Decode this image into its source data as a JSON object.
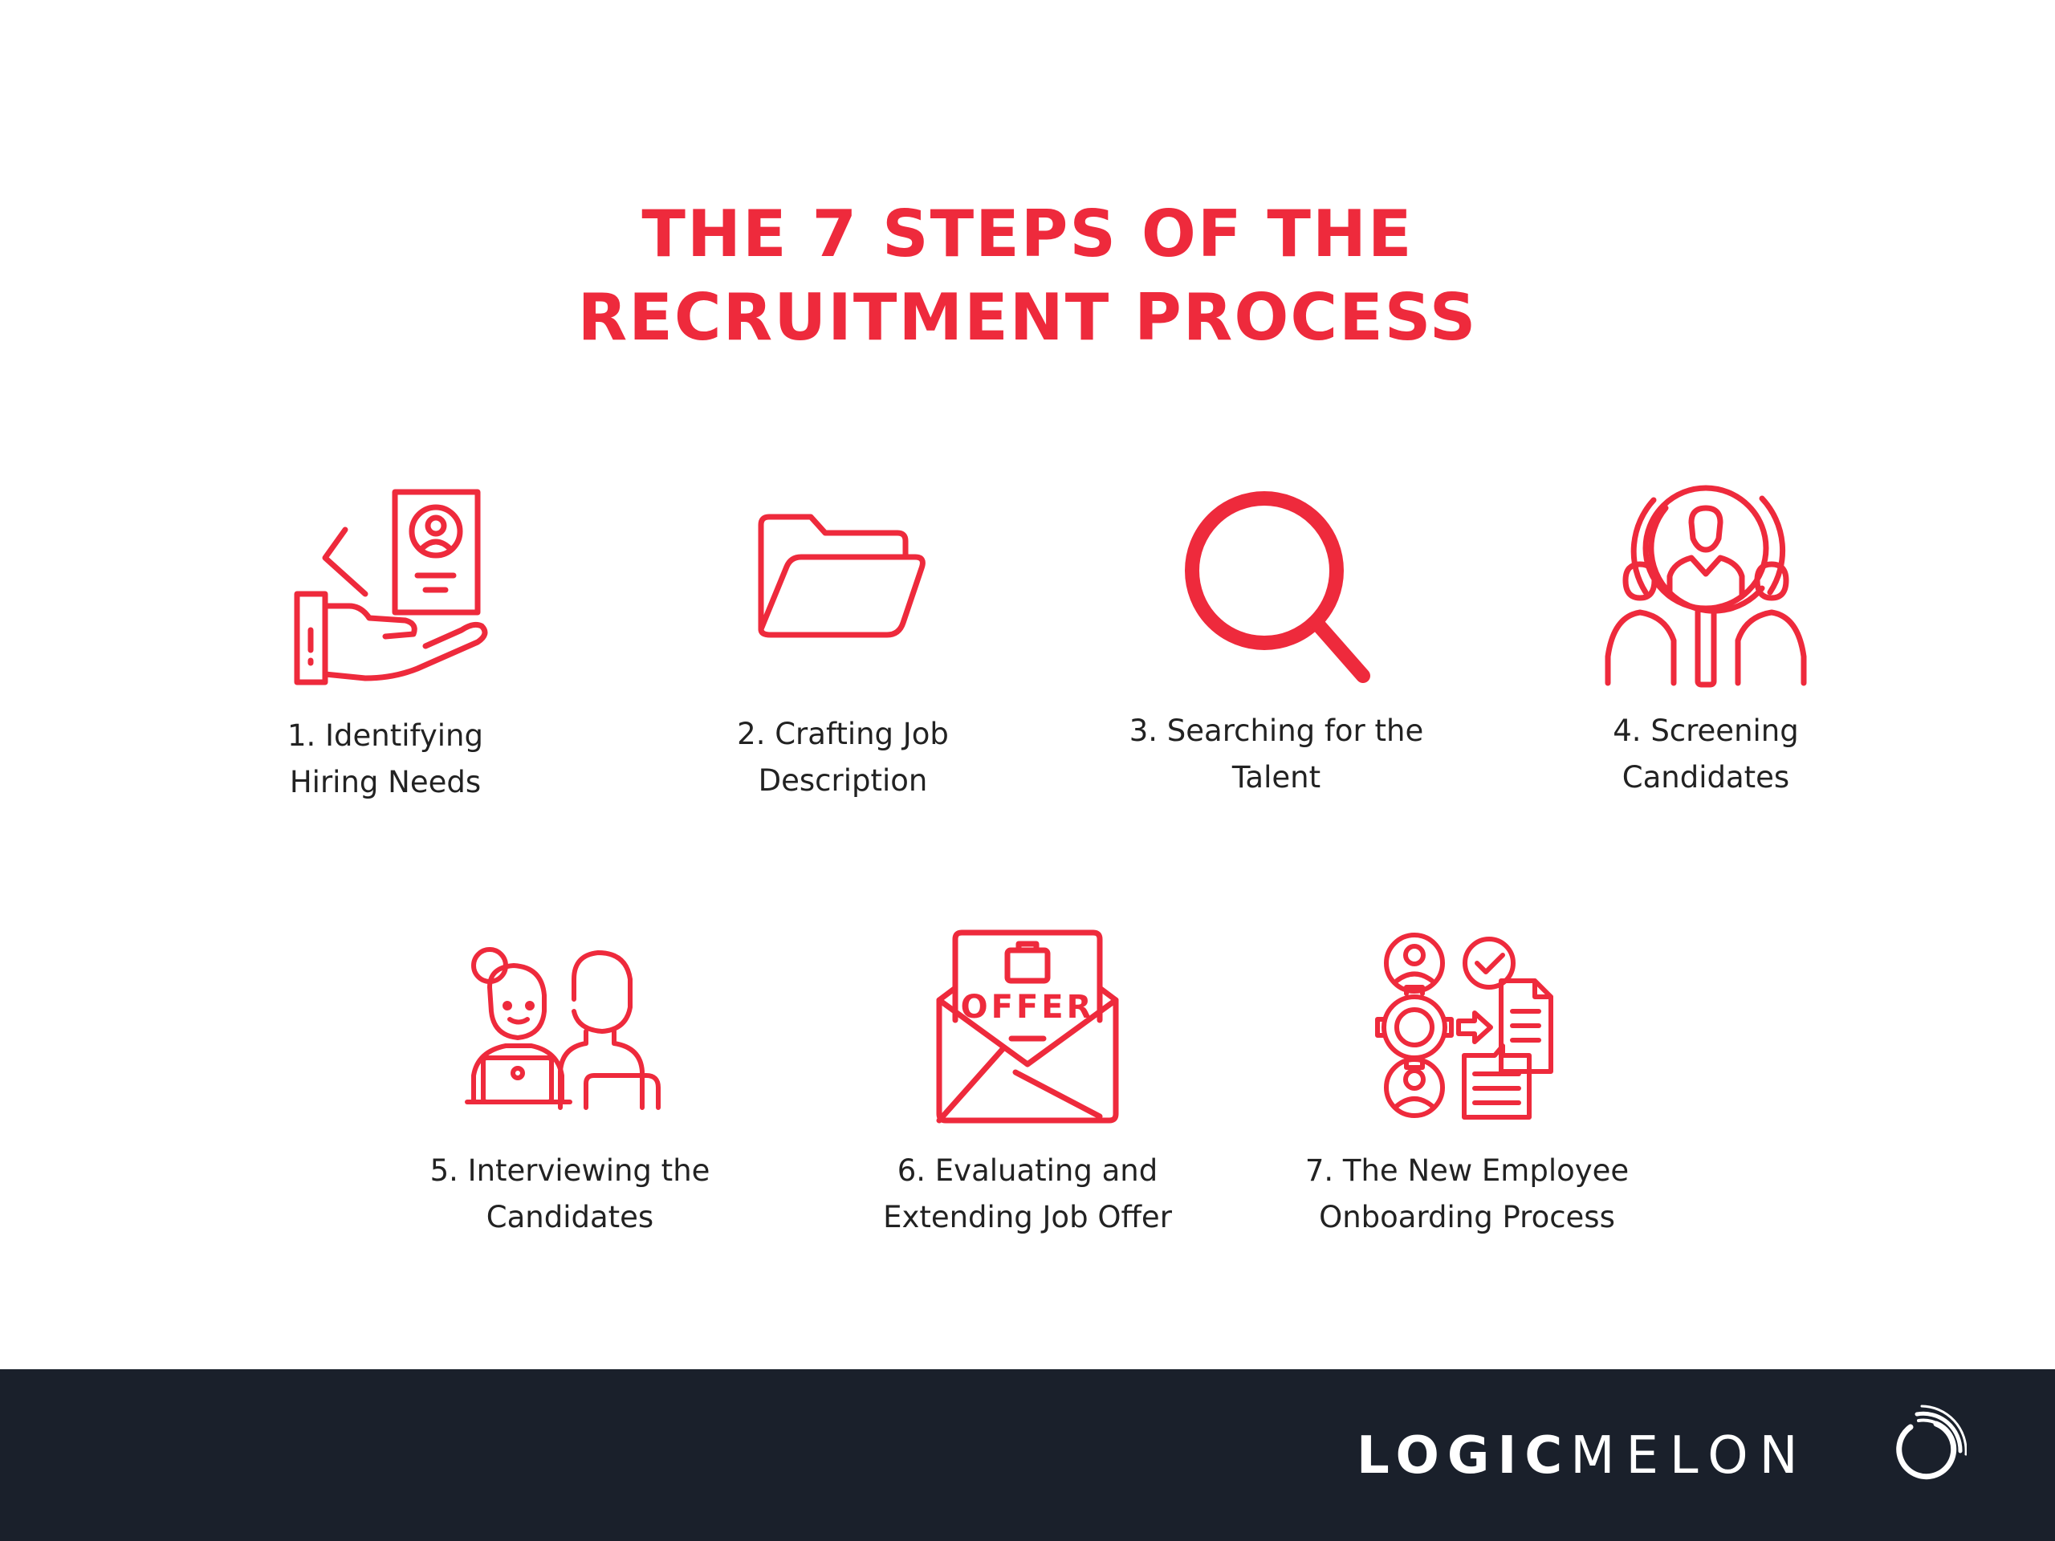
{
  "title": {
    "line1": "THE 7 STEPS OF THE",
    "line2": "RECRUITMENT PROCESS"
  },
  "steps": [
    {
      "line1": "1. Identifying",
      "line2": "Hiring Needs",
      "icon": "hand-holding-resume-icon"
    },
    {
      "line1": "2. Crafting Job",
      "line2": "Description",
      "icon": "open-folder-icon"
    },
    {
      "line1": "3. Searching for the",
      "line2": "Talent",
      "icon": "magnifying-glass-icon"
    },
    {
      "line1": "4. Screening",
      "line2": "Candidates",
      "icon": "candidate-screening-icon"
    },
    {
      "line1": "5. Interviewing the",
      "line2": "Candidates",
      "icon": "interview-icon"
    },
    {
      "line1": "6. Evaluating and",
      "line2": "Extending Job Offer",
      "icon": "offer-envelope-icon"
    },
    {
      "line1": "7. The New Employee",
      "line2": "Onboarding Process",
      "icon": "onboarding-icon"
    }
  ],
  "footer": {
    "brand_bold": "LOGIC",
    "brand_light": "MELON"
  },
  "colors": {
    "accent": "#ee2a3c",
    "footer_bg": "#1a202b",
    "text": "#222222"
  }
}
